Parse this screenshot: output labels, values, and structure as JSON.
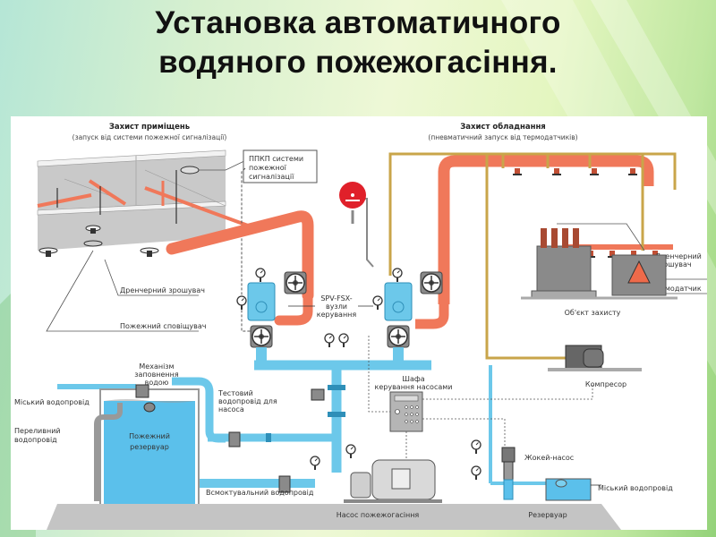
{
  "slide": {
    "title_line1": "Установка автоматичного",
    "title_line2": "водяного пожежогасіння."
  },
  "diagram": {
    "sections": {
      "room_protection": {
        "title": "Захист приміщень",
        "subtitle": "(запуск від системи пожежної сигналізації)"
      },
      "equipment_protection": {
        "title": "Захист обладнання",
        "subtitle": "(пневматичний запуск від термодатчиків)"
      }
    },
    "labels": {
      "ppkp_line1": "ППКП системи",
      "ppkp_line2": "пожежної",
      "ppkp_line3": "сигналізації",
      "drencher_sprinkler_left": "Дренчерний зрошувач",
      "fire_detector": "Пожежний сповіщувач",
      "drencher_right_line1": "Дренчерний",
      "drencher_right_line2": "зрошувач",
      "thermo_sensor": "Термодатчик",
      "protected_object": "Об'єкт захисту",
      "compressor": "Компресор",
      "control_units_line1": "SPV-FSX-",
      "control_units_line2": "вузли",
      "control_units_line3": "керування",
      "fill_mechanism_line1": "Механізм",
      "fill_mechanism_line2": "заповнення",
      "fill_mechanism_line3": "водою",
      "city_water_left": "Міський водопровід",
      "overflow_line1": "Переливний",
      "overflow_line2": "водопровід",
      "fire_tank_line1": "Пожежний",
      "fire_tank_line2": "резервуар",
      "test_line1": "Тестовий",
      "test_line2": "водопровід для",
      "test_line3": "насоса",
      "pump_cabinet_line1": "Шафа",
      "pump_cabinet_line2": "керування насосами",
      "suction_pipe": "Всмоктувальний водопровід",
      "fire_pump": "Насос пожежогасіння",
      "jockey_pump": "Жокей-насос",
      "reservoir": "Резервуар",
      "city_water_right": "Міський водопровід"
    },
    "colors": {
      "water_pipe": "#6cc8ea",
      "water_pipe_dark": "#2e8fb8",
      "sprinkler_pipe": "#f0785a",
      "sprinkler_pipe_dark": "#c24f34",
      "air_pipe": "#c9a54a",
      "equipment_gray": "#9a9a9a",
      "alarm_red": "#e0202a",
      "hazard_orange": "#ee6a4a"
    }
  }
}
